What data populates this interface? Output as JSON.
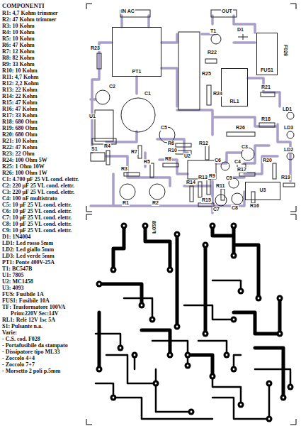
{
  "diagram": {
    "title": "COMPONENTI",
    "nodes": [
      {
        "text": [
          "PT1"
        ]
      },
      {
        "text": [
          "FUS1"
        ]
      },
      {
        "text": [
          "RL1"
        ]
      },
      {
        "text": [
          "U3"
        ]
      }
    ],
    "labels": [
      "R1: 4,7 Kohm trimmer",
      "R2: 47 Kohm trimmer",
      "R3: 10 Kohm",
      "R4: 10 Kohm",
      "R5: 10 Kohm",
      "R6: 47 Kohm",
      "R7: 12 Kohm",
      "R8: 82 Kohm",
      "R9: 33 Kohm",
      "R10: 10 Kohm",
      "R11: 4,7 Kohm",
      "R12: 2,2 Kohm",
      "R13: 22 Kohm",
      "R14: 22 Kohm",
      "R15: 47 Kohm",
      "R16: 47 Kohm",
      "R17: 33 Kohm",
      "R18: 680 Ohm",
      "R19: 680 Ohm",
      "R20: 680 Ohm",
      "R21: 10 Kohm",
      "R22: 47 Kohm",
      "R23: 22 Ohm",
      "R24: 100 Ohm 5W",
      "R25: 1 Ohm 10W",
      "R26: 100 Ohm 1W",
      "C1: 4.700 µF 25 VL cond. elettr.",
      "C2: 220 µF 25 VL cond. elettr.",
      "C3: 220 µF 25 VL cond. elettr.",
      "C4: 100 nF multistrato",
      "C5: 10 µF 25 VL cond. elettr.",
      "C6: 10 µF 25 VL cond. elettr.",
      "C7: 10 µF 25 VL cond. elettr.",
      "C8: 10 µF 25 VL cond. elettr.",
      "C9: 10 µF 25 VL cond. elettr.",
      "D1: 1N4004",
      "LD1: Led rosso 5mm",
      "LD2: Led giallo 5mm",
      "LD3: Led verde 5mm",
      "PT1: Ponte 400V-25A",
      "T1: BC547B",
      "U1: 7805",
      "U2: MC1458",
      "U3: 4093",
      "FUS: Fusibile 1A",
      "FUS1: Fusibile 10A",
      "TF: Trasformatore 100VA Prim:220V Sec:14V",
      "RL1: Relè 12V 1sc 5A",
      "S1: Pulsante n.a.",
      "Varie:",
      "- C.S. cod. F028",
      "- Portafusibile da stampato",
      "- Dissipatore tipo ML33",
      "- Zoccolo 4+4",
      "- Zoccolo 7+7",
      "- Morsetto 2 poli p.5mm",
      "IN AC",
      "OUT",
      "R23",
      "T1",
      "D1",
      "R22",
      "R25",
      "R21",
      "C2",
      "U1",
      "C1",
      "R24",
      "R26",
      "R18",
      "LD1",
      "LD3",
      "LD2",
      "C5",
      "R6",
      "R10",
      "R12",
      "C3",
      "C4",
      "C6",
      "R17",
      "R20",
      "C9",
      "R19",
      "S1",
      "R4",
      "R7",
      "R8",
      "U2",
      "R3",
      "R5",
      "R9",
      "R14",
      "R13",
      "R11",
      "R1",
      "R2",
      "R15",
      "C7",
      "C8",
      "R16",
      "F028",
      "F028"
    ]
  }
}
